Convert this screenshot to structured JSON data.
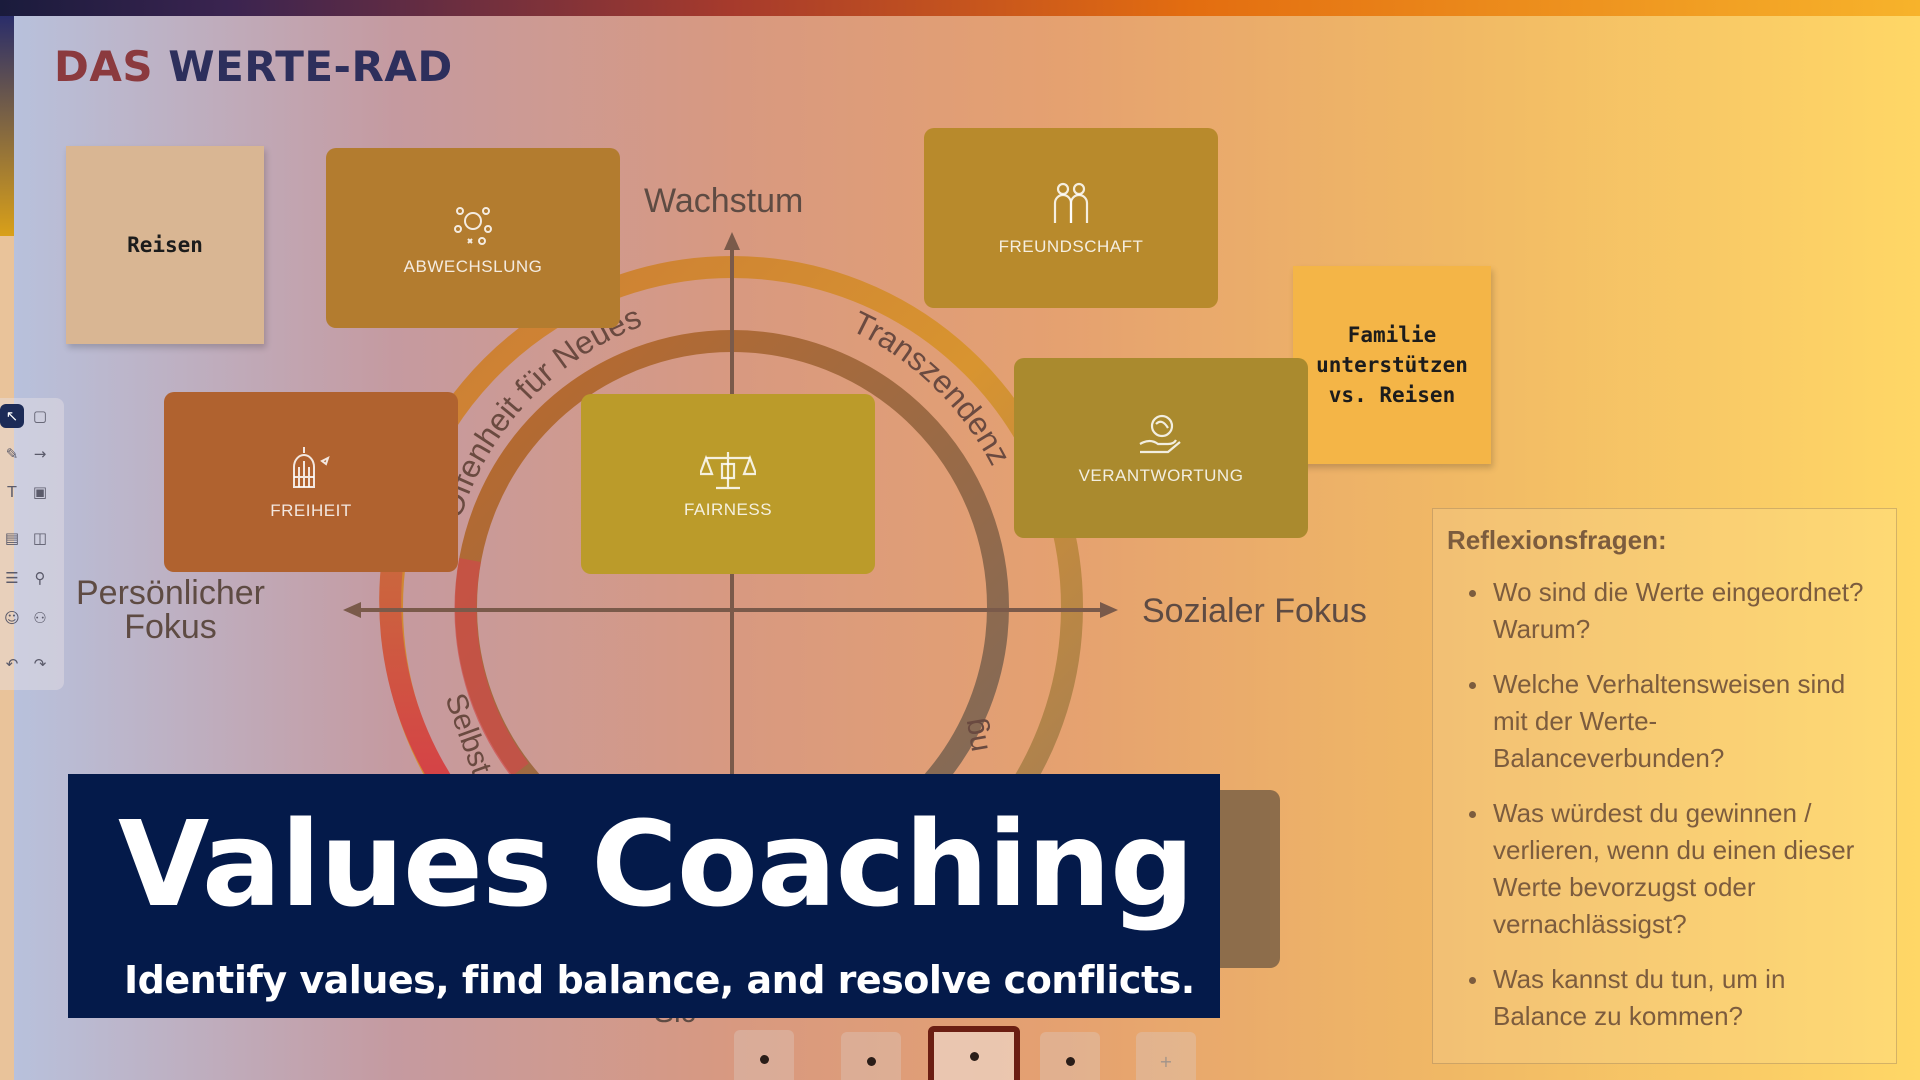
{
  "board": {
    "title_part1": "DAS",
    "title_part2": "WERTE-RAD"
  },
  "stickies": [
    {
      "id": "reisen",
      "text": "Reisen",
      "color": "#d9b693"
    },
    {
      "id": "familie",
      "text": "Familie unterstützen vs. Reisen",
      "color": "#f4b547"
    }
  ],
  "cards": [
    {
      "label": "ABWECHSLUNG",
      "icon": "variety-icon",
      "color": "#b37c2f"
    },
    {
      "label": "FREUNDSCHAFT",
      "icon": "friends-icon",
      "color": "#b88a2c"
    },
    {
      "label": "FREIHEIT",
      "icon": "birdcage-icon",
      "color": "#b0622f"
    },
    {
      "label": "FAIRNESS",
      "icon": "scales-icon",
      "color": "#bb9b2a"
    },
    {
      "label": "VERANTWORTUNG",
      "icon": "care-hand-icon",
      "color": "#aa8a2e"
    }
  ],
  "axes": {
    "top": "Wachstum",
    "left": "Persönlicher\nFokus",
    "right": "Sozialer Fokus",
    "bottom_partial": "Sic"
  },
  "ring_labels": {
    "upper_left": "Offenheit für Neues",
    "upper_right": "Transzendenz",
    "lower_left": "Selbst",
    "lower_right": "ng"
  },
  "reflexion": {
    "title": "Reflexionsfragen:",
    "questions": [
      "Wo sind die Werte eingeordnet? Warum?",
      "Welche Verhaltensweisen sind mit der Werte-Balanceverbunden?",
      "Was würdest du gewinnen / verlieren, wenn du einen dieser Werte bevorzugst oder vernachlässigst?",
      "Was kannst du tun, um in Balance zu kommen?"
    ]
  },
  "banner": {
    "title": "Values Coaching",
    "subtitle": "Identify values, find balance, and resolve conflicts.",
    "background": "#041a4a"
  },
  "toolbar": {
    "tools": [
      "select-tool-icon",
      "page-icon",
      "pen-icon",
      "arrow-icon",
      "text-icon",
      "image-icon",
      "embed-icon",
      "stamp-icon",
      "list-icon",
      "shapes-icon",
      "emoji-icon",
      "users-icon",
      "undo-icon",
      "redo-icon"
    ]
  },
  "page_nav": {
    "add_label": "+"
  }
}
